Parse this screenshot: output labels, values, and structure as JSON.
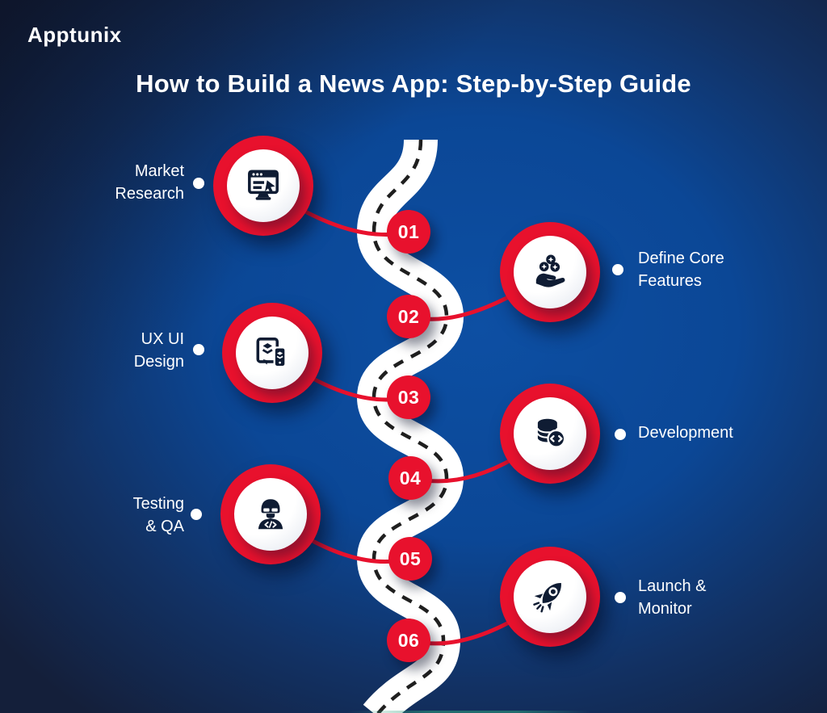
{
  "brand": {
    "name": "Apptunix"
  },
  "header": {
    "title": "How to Build a News App: Step-by-Step Guide"
  },
  "colors": {
    "accent_red": "#e8112d",
    "bg_center": "#0d4fa3",
    "bg_edge": "#141f3a",
    "road_white": "#ffffff",
    "road_dash": "#1f1f1f",
    "icon_navy": "#0f1c33",
    "text_white": "#ffffff"
  },
  "road": {
    "style": "winding road with dashed center line",
    "direction": "top to bottom"
  },
  "steps": [
    {
      "number": "01",
      "icon": "market-research-icon",
      "side": "left",
      "lines": [
        "Market",
        "Research"
      ]
    },
    {
      "number": "02",
      "icon": "core-features-icon",
      "side": "right",
      "lines": [
        "Define Core",
        "Features"
      ]
    },
    {
      "number": "03",
      "icon": "ux-ui-design-icon",
      "side": "left",
      "lines": [
        "UX UI",
        "Design"
      ]
    },
    {
      "number": "04",
      "icon": "development-icon",
      "side": "right",
      "lines": [
        "Development"
      ]
    },
    {
      "number": "05",
      "icon": "testing-qa-icon",
      "side": "left",
      "lines": [
        "Testing",
        "& QA"
      ]
    },
    {
      "number": "06",
      "icon": "launch-monitor-icon",
      "side": "right",
      "lines": [
        "Launch &",
        "Monitor"
      ]
    }
  ]
}
